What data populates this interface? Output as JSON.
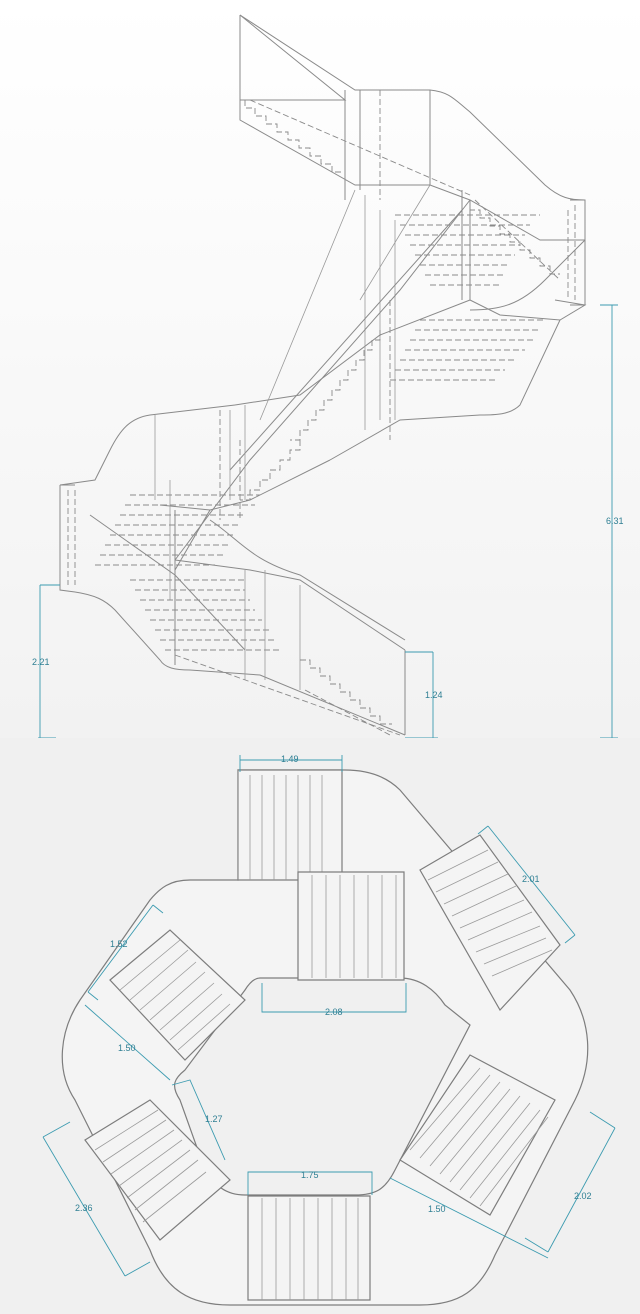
{
  "elevation_dimensions": {
    "total_height": "6.31",
    "lower_landing_height": "2.21",
    "first_rise": "1.24"
  },
  "plan_dimensions": {
    "top_flight_width": "1.49",
    "upper_right_flight": "2.01",
    "upper_left_flight": "1.52",
    "inner_opening": "2.08",
    "left_landing": "1.50",
    "inner_left_edge": "1.27",
    "bottom_inner_edge": "1.75",
    "lower_left_flight": "2.36",
    "lower_right_landing": "1.50",
    "lower_right_flight": "2.02"
  },
  "colors": {
    "dimension": "#3c9bb0",
    "linework": "#8a8a8a",
    "background": "#f0f0f0"
  }
}
